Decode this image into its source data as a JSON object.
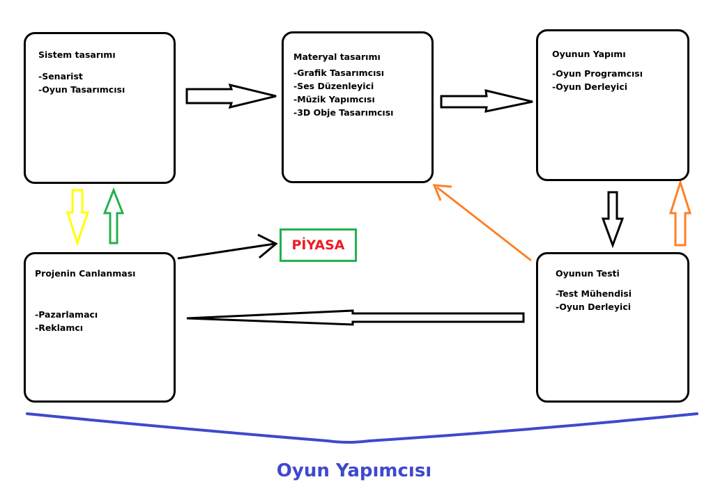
{
  "boxes": {
    "sistem": {
      "title": "Sistem tasarımı",
      "items": [
        "-Senarist",
        "-Oyun Tasarımcısı"
      ]
    },
    "materyal": {
      "title": "Materyal tasarımı",
      "items": [
        "-Grafik Tasarımcısı",
        "-Ses Düzenleyici",
        "-Müzik Yapımcısı",
        "-3D Obje Tasarımcısı"
      ]
    },
    "yapim": {
      "title": "Oyunun Yapımı",
      "items": [
        "-Oyun Programcısı",
        "-Oyun Derleyici"
      ]
    },
    "canlanma": {
      "title": "Projenin Canlanması",
      "items": [
        "-Pazarlamacı",
        "-Reklamcı"
      ]
    },
    "testi": {
      "title": "Oyunun Testi",
      "items": [
        "-Test Mühendisi",
        "-Oyun Derleyici"
      ]
    }
  },
  "piyasa": {
    "label": "PİYASA"
  },
  "footer": {
    "label": "Oyun Yapımcısı"
  },
  "colors": {
    "box_border": "#000000",
    "arrow_yellow": "#ffff00",
    "arrow_green": "#22b14c",
    "arrow_orange": "#ff7f27",
    "arrow_black": "#000000",
    "piyasa_border": "#22b14c",
    "piyasa_text": "#ed1c24",
    "brace_blue": "#3f48cc"
  }
}
